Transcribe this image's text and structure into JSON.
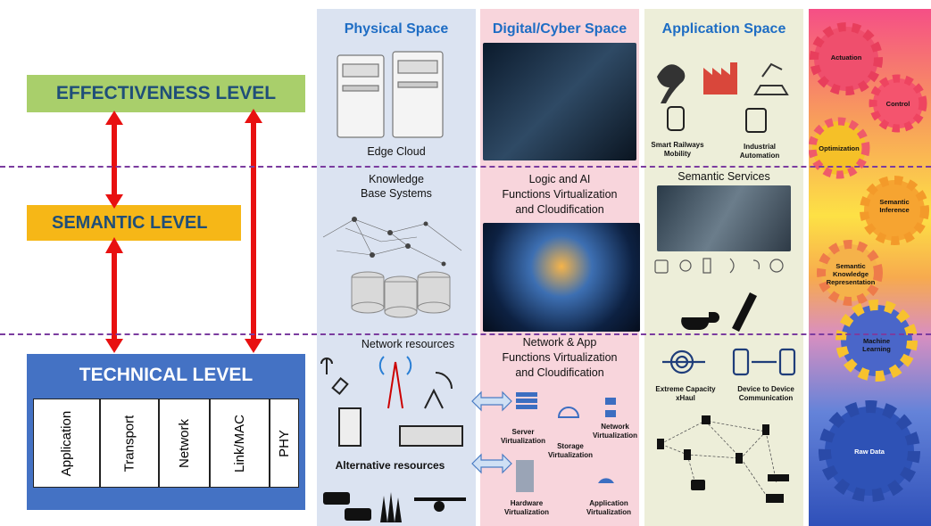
{
  "levels": {
    "effectiveness": "EFFECTIVENESS LEVEL",
    "semantic": "SEMANTIC LEVEL",
    "technical": "TECHNICAL LEVEL",
    "layers": [
      "Application",
      "Transport",
      "Network",
      "Link/MAC",
      "PHY"
    ]
  },
  "columns": {
    "physical": "Physical Space",
    "digital": "Digital/Cyber Space",
    "application": "Application Space"
  },
  "physical": {
    "edge_cloud": "Edge Cloud",
    "kb_line1": "Knowledge",
    "kb_line2": "Base Systems",
    "network_resources": "Network resources",
    "alternative_resources": "Alternative resources"
  },
  "digital": {
    "logic_line1": "Logic and AI",
    "logic_line2": "Functions Virtualization",
    "logic_line3": "and Cloudification",
    "net_line1": "Network & App",
    "net_line2": "Functions Virtualization",
    "net_line3": "and Cloudification",
    "server_virt": "Server Virtualization",
    "storage_virt": "Storage Virtualization",
    "network_virt": "Network Virtualization",
    "hardware_virt": "Hardware Virtualization",
    "application_virt": "Application Virtualization"
  },
  "application": {
    "smart_railways": "Smart Railways Mobility",
    "industrial_automation": "Industrial Automation",
    "semantic_services": "Semantic Services",
    "xhaul": "Extreme Capacity xHaul",
    "d2d": "Device to Device Communication"
  },
  "gears": [
    "Actuation",
    "Control",
    "Optimization",
    "Semantic Inference",
    "Semantic Knowledge Representation",
    "Machine Learning",
    "Raw Data"
  ],
  "colors": {
    "effectiveness": "#a9cf6b",
    "semantic": "#f6b717",
    "technical": "#4472c4",
    "arrow": "#e81010",
    "divider": "#7b3c9f"
  }
}
